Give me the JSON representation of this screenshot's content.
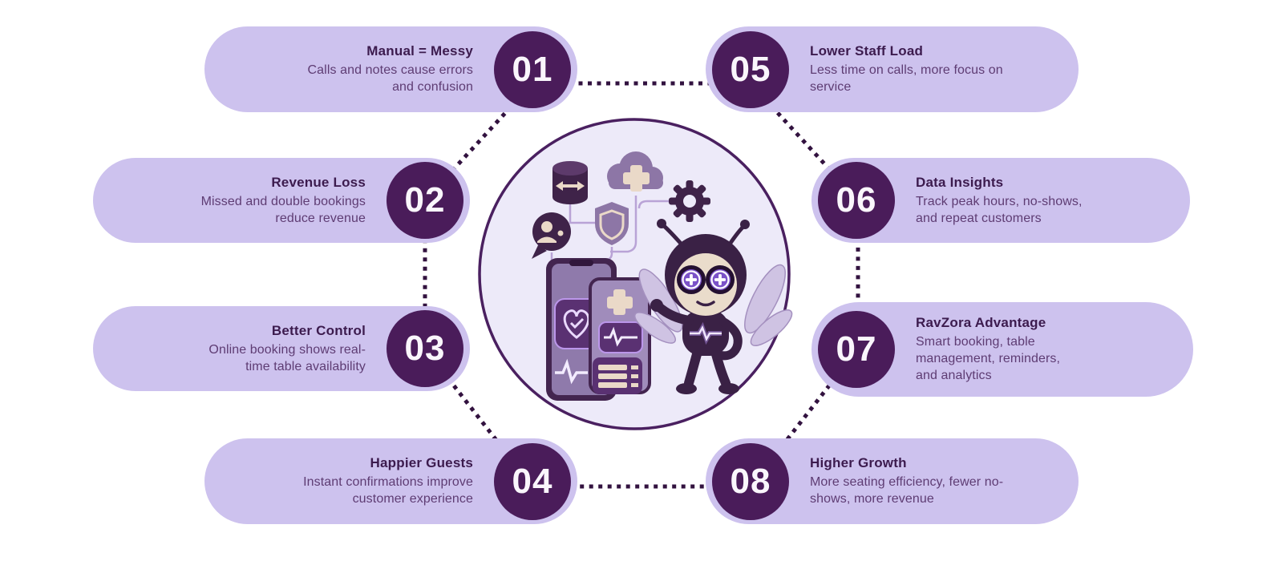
{
  "infographic": {
    "steps": [
      {
        "number": "01",
        "title": "Manual = Messy",
        "description": "Calls and notes cause errors and confusion"
      },
      {
        "number": "02",
        "title": "Revenue Loss",
        "description": "Missed and double bookings reduce revenue"
      },
      {
        "number": "03",
        "title": "Better Control",
        "description": "Online booking shows real-time table availability"
      },
      {
        "number": "04",
        "title": "Happier Guests",
        "description": "Instant confirmations improve customer experience"
      },
      {
        "number": "05",
        "title": "Lower Staff Load",
        "description": "Less time on calls, more focus on service"
      },
      {
        "number": "06",
        "title": "Data Insights",
        "description": "Track peak hours, no-shows, and repeat customers"
      },
      {
        "number": "07",
        "title": "RavZora Advantage",
        "description": "Smart booking, table management, reminders, and analytics"
      },
      {
        "number": "08",
        "title": "Higher Growth",
        "description": "More seating efficiency, fewer no-shows, more revenue"
      }
    ],
    "center_illustration": {
      "description": "Bee robot mascot beside smartphone with health/booking app icons",
      "icon_names": [
        "database-icon",
        "cloud-health-icon",
        "gear-icon",
        "shield-icon",
        "chat-user-icon",
        "phone-health-app",
        "bee-robot-mascot"
      ]
    },
    "colors": {
      "background": "#ffffff",
      "pill_background": "#cdc2ee",
      "number_circle": "#4a1c5a",
      "number_text": "#faf6fc",
      "title_text": "#3c1b4e",
      "body_text": "#5e3c73",
      "dotted_line": "#32123f",
      "center_circle_fill": "#edeaf9",
      "center_circle_stroke": "#4a2060"
    }
  }
}
